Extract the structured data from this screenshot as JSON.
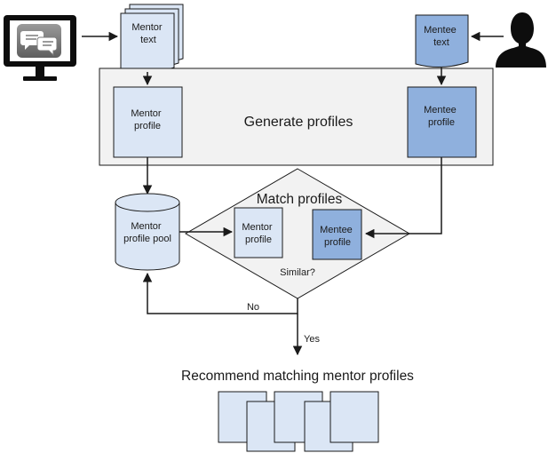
{
  "inputs": {
    "mentor_text": [
      "Mentor",
      "text"
    ],
    "mentee_text": [
      "Mentee",
      "text"
    ]
  },
  "generate": {
    "label": "Generate profiles",
    "mentor_profile": [
      "Mentor",
      "profile"
    ],
    "mentee_profile": [
      "Mentee",
      "profile"
    ]
  },
  "pool": {
    "label": [
      "Mentor",
      "profile pool"
    ]
  },
  "match": {
    "label": "Match profiles",
    "mentor_profile": [
      "Mentor",
      "profile"
    ],
    "mentee_profile": [
      "Mentee",
      "profile"
    ],
    "question": "Similar?"
  },
  "branches": {
    "no": "No",
    "yes": "Yes"
  },
  "output": {
    "label": "Recommend matching mentor profiles"
  },
  "colors": {
    "mentor_fill": "#dbe6f5",
    "mentee_fill": "#8fb0dd",
    "panel_fill": "#f2f2f2",
    "stroke": "#1a1a1a",
    "monitor_dark": "#0d0d0d",
    "chat_grey": "#7a7a7a"
  }
}
